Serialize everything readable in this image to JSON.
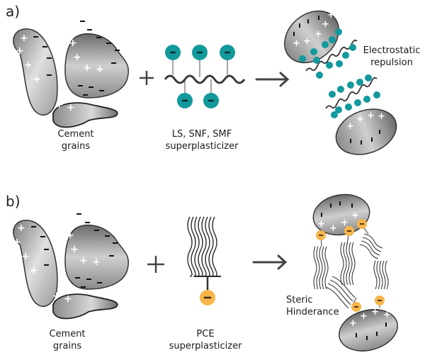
{
  "panels": [
    {
      "id": "a",
      "label": "a)",
      "grains_label_line1": "Cement",
      "grains_label_line2": "grains",
      "additive_label_line1": "LS, SNF, SMF",
      "additive_label_line2": "superplasticizer",
      "result_label_line1": "Electrostatic",
      "result_label_line2": "repulsion",
      "operator": "+",
      "charge_color": "#12999c",
      "mechanism": "electrostatic-repulsion"
    },
    {
      "id": "b",
      "label": "b)",
      "grains_label_line1": "Cement",
      "grains_label_line2": "grains",
      "additive_label_line1": "PCE",
      "additive_label_line2": "superplasticizer",
      "result_label_line1": "Steric",
      "result_label_line2": "Hinderance",
      "operator": "+",
      "charge_color": "#f7b54a",
      "mechanism": "steric-hinderance"
    }
  ],
  "symbols": {
    "positive": "+",
    "negative": "−"
  },
  "colors": {
    "grain_dark": "#6e6e6e",
    "grain_light": "#e2e2e2",
    "arrow": "#444444",
    "chain": "#3a3a3a"
  }
}
